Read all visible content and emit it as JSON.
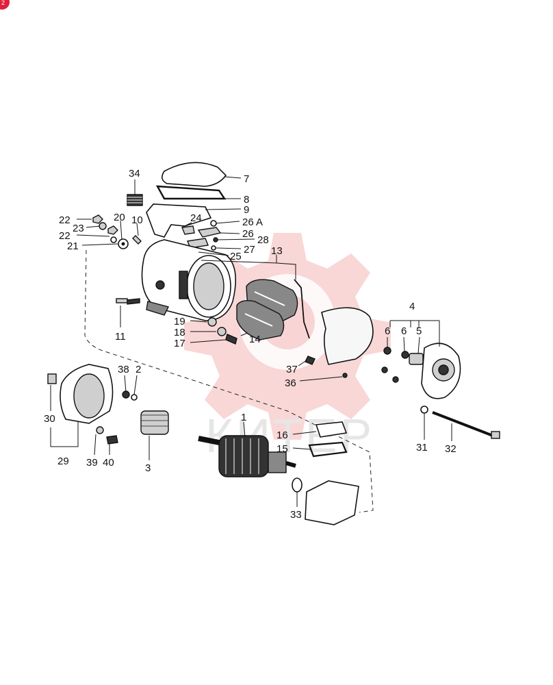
{
  "badge": {
    "number": "2",
    "color": "#e0203c"
  },
  "watermark": {
    "text": "КИТЕР",
    "color": "#f4b7b7"
  },
  "callouts": [
    {
      "id": "34",
      "text": "34"
    },
    {
      "id": "7",
      "text": "7"
    },
    {
      "id": "8",
      "text": "8"
    },
    {
      "id": "9",
      "text": "9"
    },
    {
      "id": "26A",
      "text": "26 A"
    },
    {
      "id": "26",
      "text": "26"
    },
    {
      "id": "28",
      "text": "28"
    },
    {
      "id": "27",
      "text": "27"
    },
    {
      "id": "25",
      "text": "25"
    },
    {
      "id": "24",
      "text": "24"
    },
    {
      "id": "10",
      "text": "10"
    },
    {
      "id": "20",
      "text": "20"
    },
    {
      "id": "22a",
      "text": "22"
    },
    {
      "id": "23",
      "text": "23"
    },
    {
      "id": "22b",
      "text": "22"
    },
    {
      "id": "21",
      "text": "21"
    },
    {
      "id": "13",
      "text": "13"
    },
    {
      "id": "11",
      "text": "11"
    },
    {
      "id": "19",
      "text": "19"
    },
    {
      "id": "18",
      "text": "18"
    },
    {
      "id": "17",
      "text": "17"
    },
    {
      "id": "14",
      "text": "14"
    },
    {
      "id": "4",
      "text": "4"
    },
    {
      "id": "6a",
      "text": "6"
    },
    {
      "id": "6b",
      "text": "6"
    },
    {
      "id": "5",
      "text": "5"
    },
    {
      "id": "37",
      "text": "37"
    },
    {
      "id": "36",
      "text": "36"
    },
    {
      "id": "38",
      "text": "38"
    },
    {
      "id": "2",
      "text": "2"
    },
    {
      "id": "30",
      "text": "30"
    },
    {
      "id": "29",
      "text": "29"
    },
    {
      "id": "3",
      "text": "3"
    },
    {
      "id": "39",
      "text": "39"
    },
    {
      "id": "40",
      "text": "40"
    },
    {
      "id": "1",
      "text": "1"
    },
    {
      "id": "16",
      "text": "16"
    },
    {
      "id": "15",
      "text": "15"
    },
    {
      "id": "33",
      "text": "33"
    },
    {
      "id": "31",
      "text": "31"
    },
    {
      "id": "32",
      "text": "32"
    }
  ]
}
